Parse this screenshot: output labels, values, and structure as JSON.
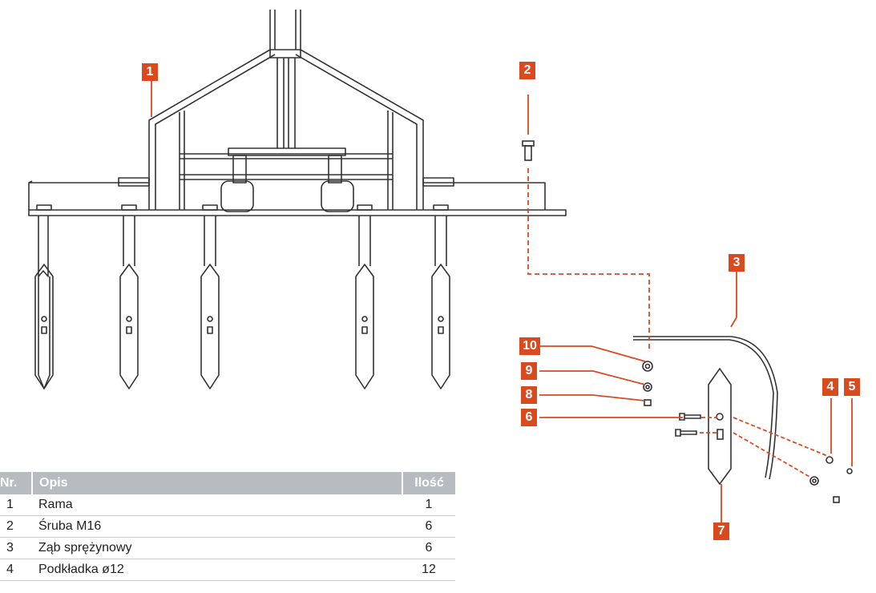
{
  "callouts": {
    "c1": "1",
    "c2": "2",
    "c3": "3",
    "c4": "4",
    "c5": "5",
    "c6": "6",
    "c7": "7",
    "c8": "8",
    "c9": "9",
    "c10": "10"
  },
  "colors": {
    "accent": "#d94a1f",
    "header_bg": "#b7bcc0",
    "line": "#333333"
  },
  "table": {
    "headers": [
      "Nr.",
      "Opis",
      "Ilość"
    ],
    "rows": [
      {
        "nr": "1",
        "opis": "Rama",
        "ilosc": "1"
      },
      {
        "nr": "2",
        "opis": "Śruba M16",
        "ilosc": "6"
      },
      {
        "nr": "3",
        "opis": "Ząb sprężynowy",
        "ilosc": "6"
      },
      {
        "nr": "4",
        "opis": "Podkładka ø12",
        "ilosc": "12"
      }
    ]
  }
}
